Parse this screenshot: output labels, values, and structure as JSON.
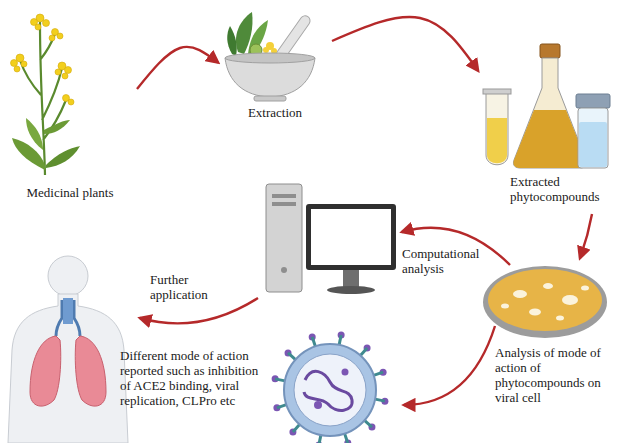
{
  "diagram": {
    "nodes": [
      {
        "text": [
          "Medicinal plants"
        ]
      },
      {
        "text": [
          "Extraction"
        ]
      },
      {
        "text": [
          "Extracted phytocompounds"
        ]
      },
      {
        "text": [
          "Different mode of action reported such as inhibition of ACE2 binding, viral replication, CLPro etc"
        ]
      }
    ],
    "edges": [
      {
        "from": 0,
        "to": 1,
        "arrow": "to"
      },
      {
        "from": 1,
        "to": 2,
        "arrow": "to"
      }
    ],
    "labels": [
      "Computational analysis",
      "Further application",
      "Analysis of mode of action of phytocompounds on viral cell"
    ]
  }
}
